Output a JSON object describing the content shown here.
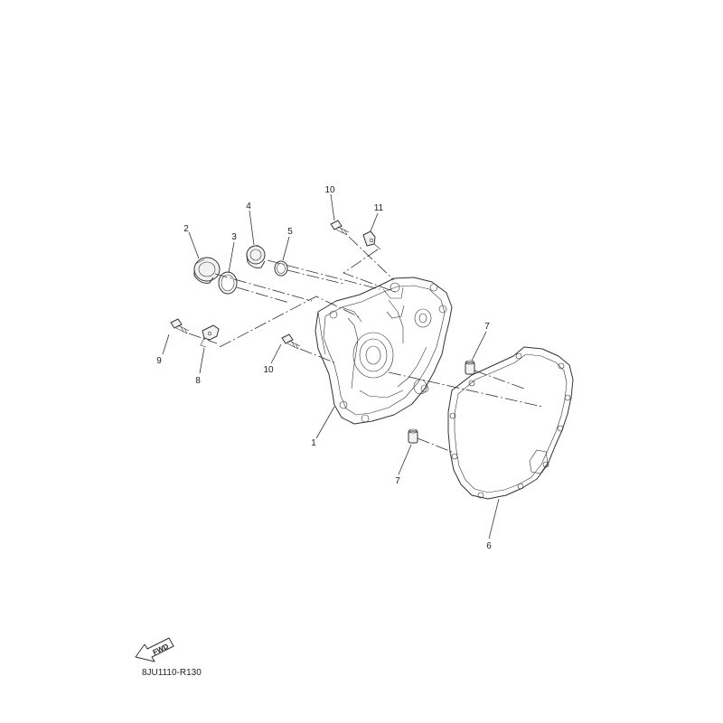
{
  "diagram": {
    "callouts": {
      "c1": "1",
      "c2": "2",
      "c3": "3",
      "c4": "4",
      "c5": "5",
      "c6": "6",
      "c7a": "7",
      "c7b": "7",
      "c8": "8",
      "c9": "9",
      "c10a": "10",
      "c10b": "10",
      "c11": "11"
    },
    "fwd_label": "FWD",
    "reference_code": "8JU1110-R130"
  }
}
